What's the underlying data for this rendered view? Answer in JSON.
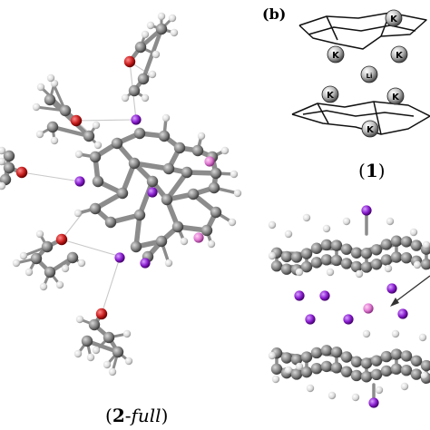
{
  "panel_label": "(b)",
  "caption_1": {
    "open": "(",
    "num": "1",
    "close": ")"
  },
  "caption_2": {
    "open": "(",
    "num": "2",
    "dash": "-",
    "word": "full",
    "close": ")"
  },
  "atom_labels": {
    "potassium": "K",
    "lithium": "Li"
  },
  "colors": {
    "carbon": "#7d7d7d",
    "hydrogen": "#e3e3e3",
    "oxygen": "#c21a1a",
    "potassium": "#8a1fd0",
    "lithium": "#e07ad2",
    "bond": "#8c8c8c",
    "contact": "#c9c9c9",
    "line": "#111111"
  }
}
